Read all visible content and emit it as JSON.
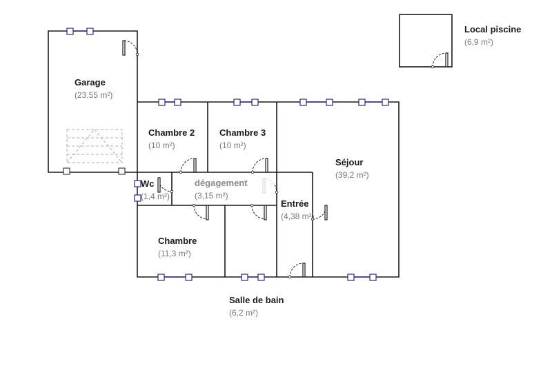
{
  "rooms": {
    "garage": {
      "name": "Garage",
      "area": "(23,55 m²)"
    },
    "chambre2": {
      "name": "Chambre 2",
      "area": "(10 m²)"
    },
    "chambre3": {
      "name": "Chambre 3",
      "area": "(10 m²)"
    },
    "sejour": {
      "name": "Séjour",
      "area": "(39,2 m²)"
    },
    "wc": {
      "name": "Wc",
      "area": "(1,4 m²)"
    },
    "degagement": {
      "name": "dégagement",
      "area": "(3,15 m²)"
    },
    "entree": {
      "name": "Entrée",
      "area": "(4,38 m²)"
    },
    "chambre": {
      "name": "Chambre",
      "area": "(11,3 m²)"
    },
    "salle_de_bain": {
      "name": "Salle de bain",
      "area": "(6,2 m²)"
    },
    "local_piscine": {
      "name": "Local piscine",
      "area": "(6,9 m²)"
    }
  }
}
